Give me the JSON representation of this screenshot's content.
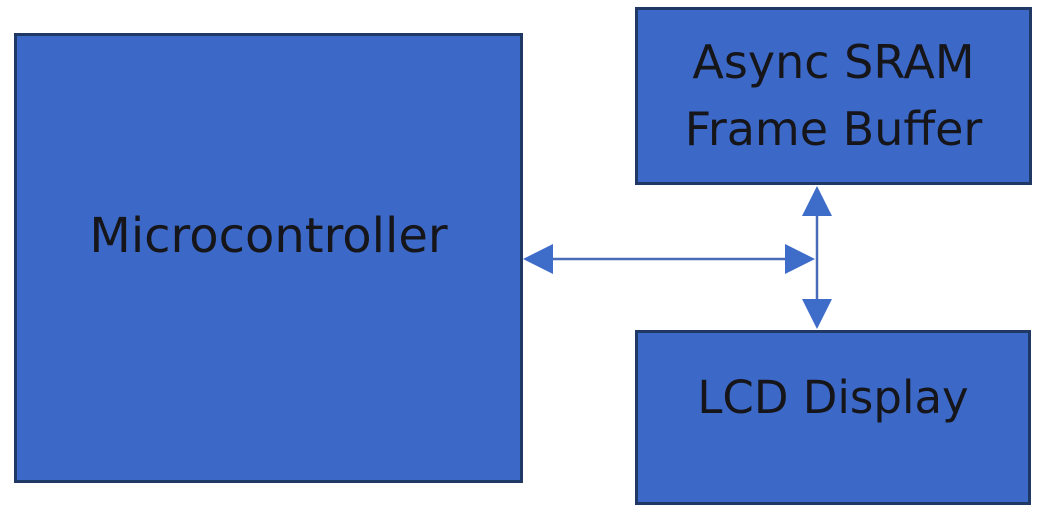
{
  "diagram": {
    "nodes": [
      {
        "id": "microcontroller",
        "label": "Microcontroller"
      },
      {
        "id": "async-sram-frame-buffer",
        "label": "Async SRAM Frame Buffer",
        "lines": [
          "Async SRAM",
          "Frame Buffer"
        ]
      },
      {
        "id": "lcd-display",
        "label": "LCD Display"
      }
    ],
    "connections": [
      {
        "name": "microcontroller-memory-bus",
        "style": "double-headed-arrow",
        "orientation": "horizontal",
        "between": [
          "microcontroller",
          "frame-buffer-lcd-bus"
        ]
      },
      {
        "name": "frame-buffer-lcd-bus",
        "style": "double-headed-arrow",
        "orientation": "vertical",
        "between": [
          "async-sram-frame-buffer",
          "lcd-display"
        ]
      }
    ]
  },
  "colors": {
    "node_fill": "#3c69c7",
    "node_border": "#1f3864",
    "arrow_head": "#3e6cc9",
    "arrow_line": "#4a6cb8",
    "text": "#15151a",
    "background": "#ffffff"
  }
}
